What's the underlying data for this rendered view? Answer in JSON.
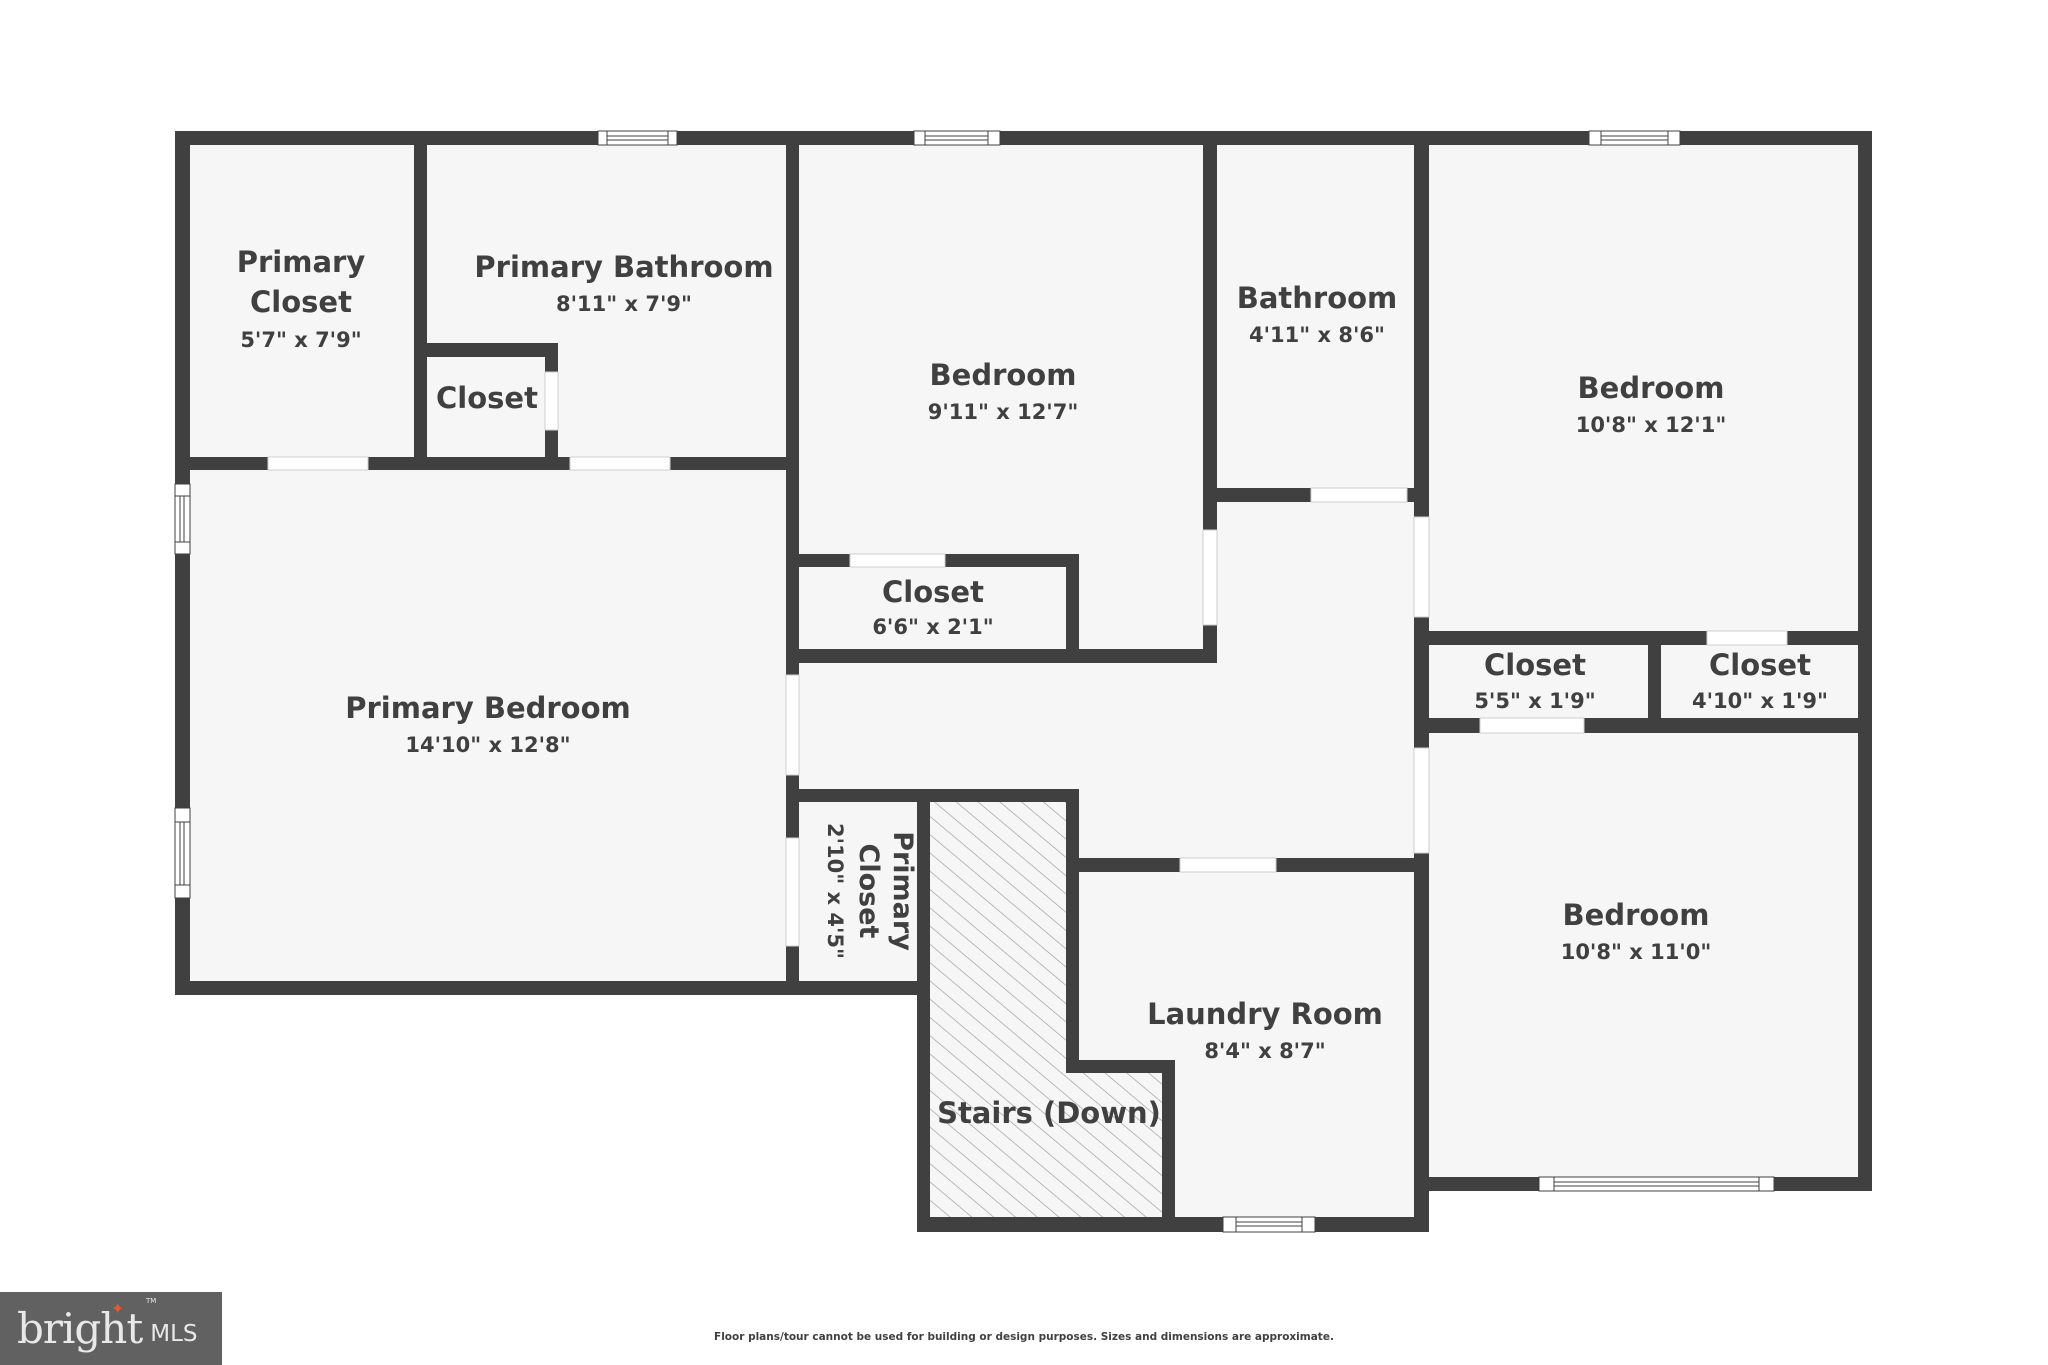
{
  "floorplan": {
    "rooms": [
      {
        "id": "primary-closet-1",
        "name_lines": [
          "Primary",
          "Closet"
        ],
        "dims": "5'7\" x 7'9\""
      },
      {
        "id": "primary-bathroom",
        "name": "Primary Bathroom",
        "dims": "8'11\" x 7'9\""
      },
      {
        "id": "bath-closet",
        "name": "Closet"
      },
      {
        "id": "bedroom-1",
        "name": "Bedroom",
        "dims": "9'11\" x 12'7\""
      },
      {
        "id": "bathroom",
        "name": "Bathroom",
        "dims": "4'11\" x 8'6\""
      },
      {
        "id": "bedroom-2",
        "name": "Bedroom",
        "dims": "10'8\" x 12'1\""
      },
      {
        "id": "bedroom-1-closet",
        "name": "Closet",
        "dims": "6'6\" x 2'1\""
      },
      {
        "id": "closet-a",
        "name": "Closet",
        "dims": "5'5\" x 1'9\""
      },
      {
        "id": "closet-b",
        "name": "Closet",
        "dims": "4'10\" x 1'9\""
      },
      {
        "id": "primary-bedroom",
        "name": "Primary Bedroom",
        "dims": "14'10\" x 12'8\""
      },
      {
        "id": "primary-closet-2",
        "name_lines": [
          "Primary",
          "Closet"
        ],
        "dims": "2'10\" x 4'5\""
      },
      {
        "id": "bedroom-3",
        "name": "Bedroom",
        "dims": "10'8\" x 11'0\""
      },
      {
        "id": "laundry-room",
        "name": "Laundry Room",
        "dims": "8'4\" x 8'7\""
      },
      {
        "id": "stairs",
        "name": "Stairs (Down)"
      }
    ],
    "colors": {
      "wall": "#404040",
      "floor": "#f6f6f6",
      "text": "#404040",
      "background": "#ffffff"
    }
  },
  "footer": {
    "logo_word": "bright",
    "logo_suffix": "MLS",
    "logo_tm": "TM",
    "logo_accent": "#e8562a",
    "disclaimer": "Floor plans/tour cannot be used for building or design purposes. Sizes and dimensions are approximate."
  }
}
